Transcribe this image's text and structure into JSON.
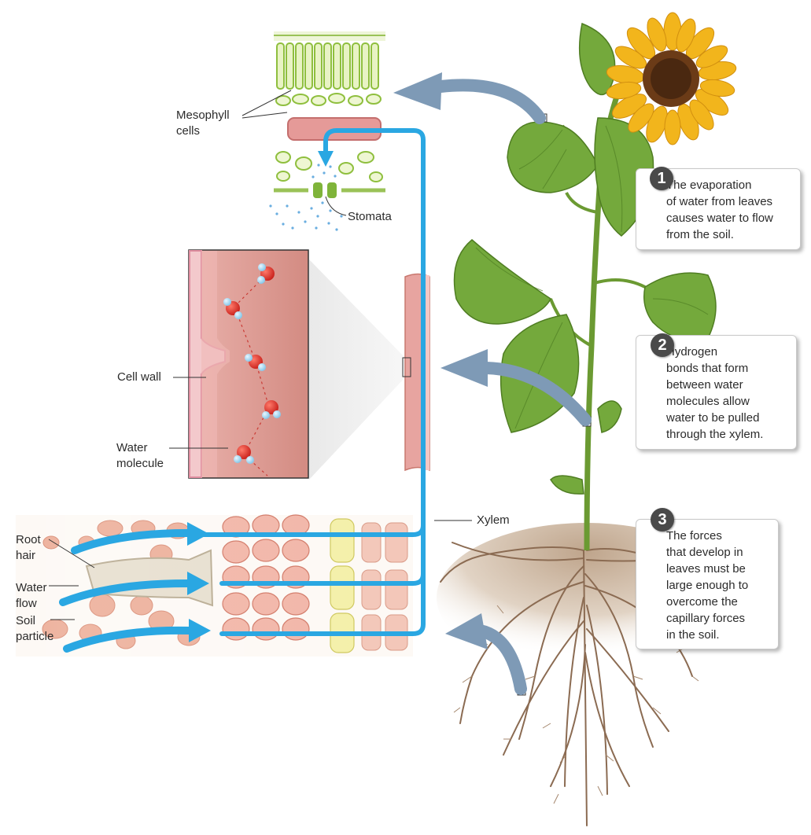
{
  "labels": {
    "mesophyll_cells": "Mesophyll\ncells",
    "stomata": "Stomata",
    "cell_wall": "Cell wall",
    "water_molecule": "Water\nmolecule",
    "xylem": "Xylem",
    "root_hair": "Root\nhair",
    "water_flow": "Water\nflow",
    "soil_particle": "Soil\nparticle"
  },
  "steps": [
    {
      "number": "1",
      "text": "The evaporation\nof water from leaves\ncauses water to flow\nfrom the soil."
    },
    {
      "number": "2",
      "text": "Hydrogen\nbonds that form\nbetween water\nmolecules allow\nwater to be pulled\nthrough the xylem."
    },
    {
      "number": "3",
      "text": "The forces\nthat develop in\nleaves must be\nlarge enough to\novercome the\ncapillary forces\nin the soil."
    }
  ],
  "colors": {
    "water_arrow": "#2aa7e2",
    "flow_arrow": "#7e9ab6",
    "cell_tissue": "#c9786f",
    "leaf": "#6fa03c",
    "petal": "#f2b51c",
    "soil": "#d9c6b2"
  }
}
